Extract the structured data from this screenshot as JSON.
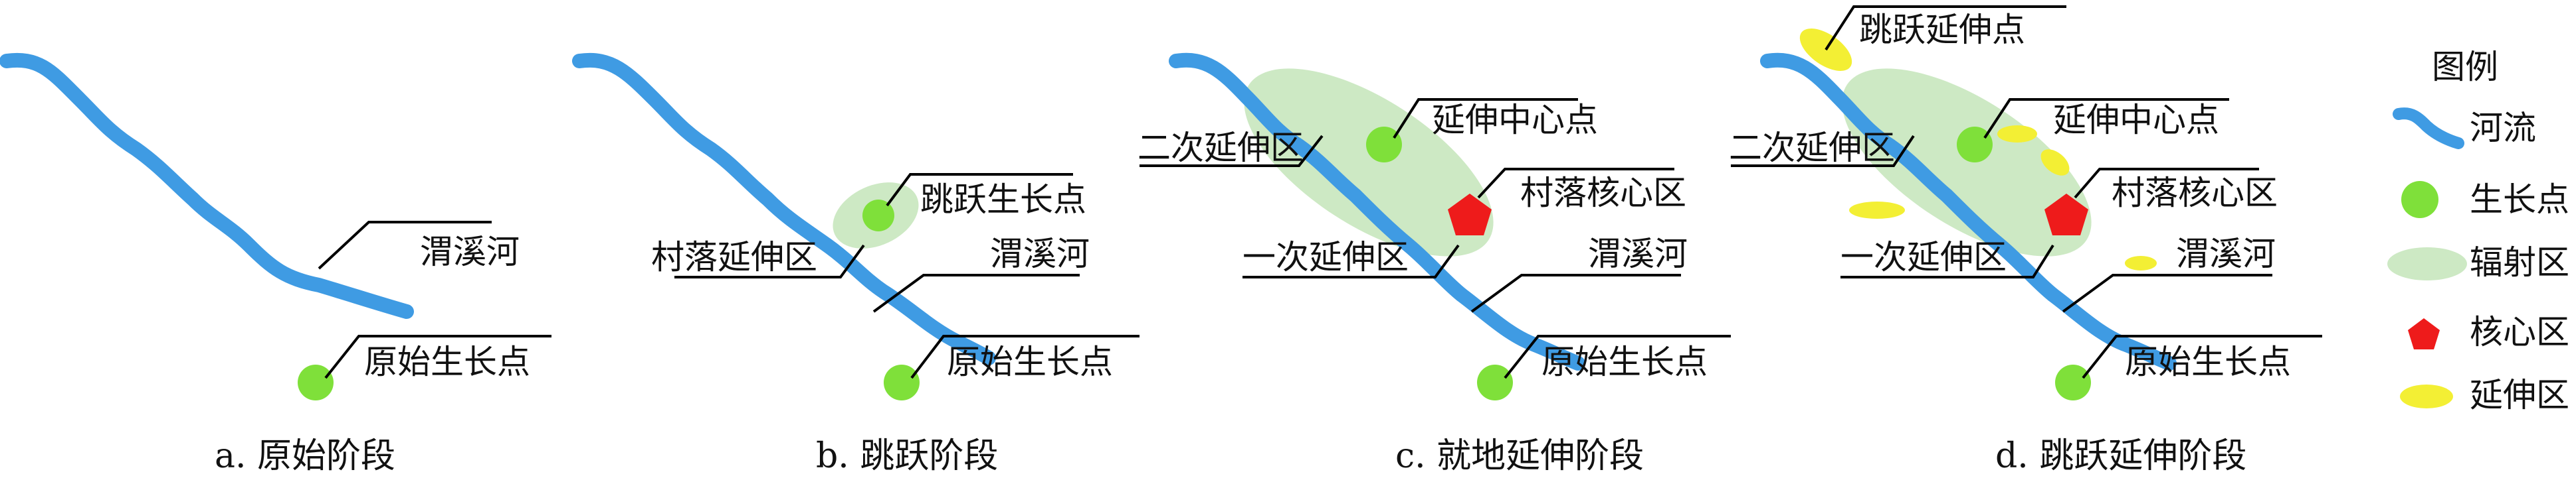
{
  "colors": {
    "river": "#3f9be3",
    "growth_point": "#7fe03a",
    "radiation": "#cde9c4",
    "core": "#ee1b1b",
    "extension": "#f3ef34",
    "text": "#111111"
  },
  "panel_a": {
    "caption": "a. 原始阶段",
    "river_label": "渭溪河",
    "origin_label": "原始生长点"
  },
  "panel_b": {
    "caption": "b. 跳跃阶段",
    "jump_label": "跳跃生长点",
    "village_ext_label": "村落延伸区",
    "river_label": "渭溪河",
    "origin_label": "原始生长点"
  },
  "panel_c": {
    "caption": "c. 就地延伸阶段",
    "center_label": "延伸中心点",
    "secondary_label": "二次延伸区",
    "core_label": "村落核心区",
    "primary_label": "一次延伸区",
    "river_label": "渭溪河",
    "origin_label": "原始生长点"
  },
  "panel_d": {
    "caption": "d. 跳跃延伸阶段",
    "jump_ext_label": "跳跃延伸点",
    "center_label": "延伸中心点",
    "secondary_label": "二次延伸区",
    "core_label": "村落核心区",
    "primary_label": "一次延伸区",
    "river_label": "渭溪河",
    "origin_label": "原始生长点"
  },
  "legend": {
    "title": "图例",
    "items": [
      {
        "label": "河流",
        "icon": "river-line-icon"
      },
      {
        "label": "生长点",
        "icon": "green-dot-icon"
      },
      {
        "label": "辐射区",
        "icon": "green-ellipse-icon"
      },
      {
        "label": "核心区",
        "icon": "red-pentagon-icon"
      },
      {
        "label": "延伸区",
        "icon": "yellow-ellipse-icon"
      }
    ]
  }
}
